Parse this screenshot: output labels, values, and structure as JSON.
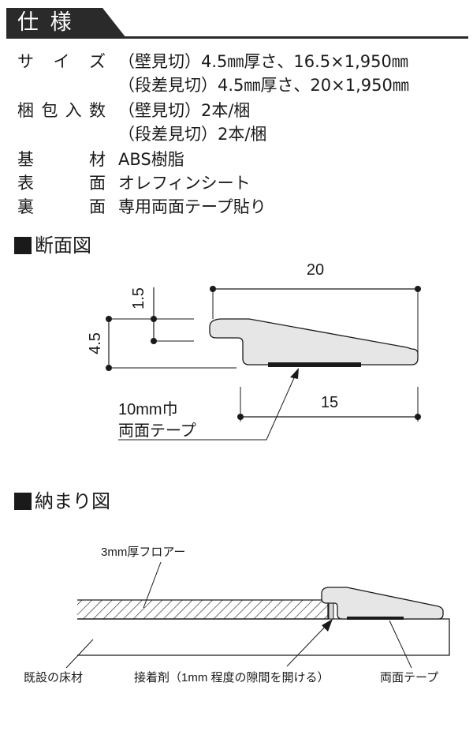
{
  "header": {
    "title": "仕 様"
  },
  "specs": [
    {
      "label_chars": [
        "サ",
        "イ",
        "ズ"
      ],
      "values": [
        "（壁見切）4.5㎜厚さ、16.5×1,950㎜",
        "（段差見切）4.5㎜厚さ、20×1,950㎜"
      ]
    },
    {
      "label_chars": [
        "梱",
        "包",
        "入",
        "数"
      ],
      "values": [
        "（壁見切）2本/梱",
        "（段差見切）2本/梱"
      ]
    },
    {
      "label_chars": [
        "基",
        "材"
      ],
      "values": [
        "ABS樹脂"
      ]
    },
    {
      "label_chars": [
        "表",
        "面"
      ],
      "values": [
        "オレフィンシート"
      ]
    },
    {
      "label_chars": [
        "裏",
        "面"
      ],
      "values": [
        "専用両面テープ貼り"
      ]
    }
  ],
  "section1": {
    "title": "断面図",
    "dim_width": "20",
    "dim_tape_width": "15",
    "dim_height": "4.5",
    "dim_step": "1.5",
    "tape_label_1": "10mm巾",
    "tape_label_2": "両面テープ"
  },
  "section2": {
    "title": "納まり図",
    "floor_label": "3mm厚フロアー",
    "existing_label": "既設の床材",
    "adhesive_label": "接着剤（1mm 程度の隙間を開ける）",
    "tape_label": "両面テープ"
  },
  "colors": {
    "header_bg": "#2a2a2a",
    "profile_fill": "#e6e6e6",
    "ink": "#1a1a1a"
  }
}
